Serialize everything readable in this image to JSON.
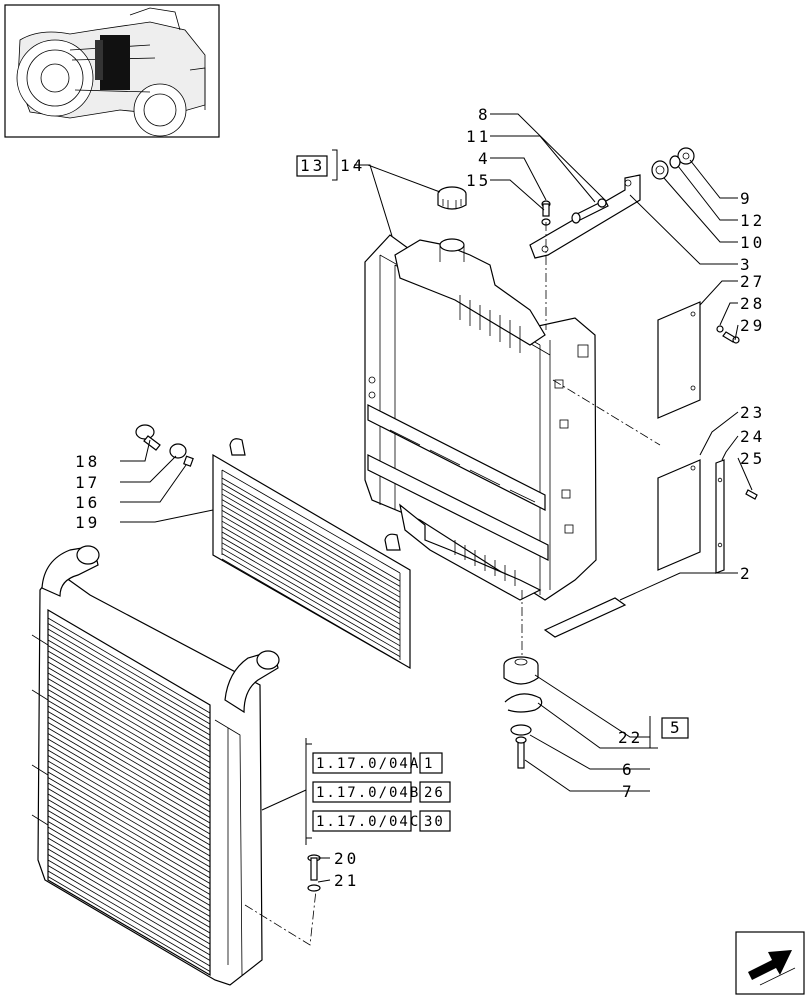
{
  "callouts": {
    "c8": "8",
    "c11": "11",
    "c4": "4",
    "c15": "15",
    "c9": "9",
    "c12": "12",
    "c10": "10",
    "c3": "3",
    "c13": "13",
    "c14": "14",
    "c27": "27",
    "c28": "28",
    "c29": "29",
    "c23": "23",
    "c24": "24",
    "c25": "25",
    "c2": "2",
    "c18": "18",
    "c17": "17",
    "c16": "16",
    "c19": "19",
    "c22": "22",
    "c5": "5",
    "c6": "6",
    "c7": "7",
    "c20": "20",
    "c21": "21"
  },
  "references": [
    {
      "code": "1.17.0/04A",
      "qty": "1"
    },
    {
      "code": "1.17.0/04B",
      "qty": "26"
    },
    {
      "code": "1.17.0/04C",
      "qty": "30"
    }
  ],
  "icons": {
    "thumbnail": "tractor-engine-thumbnail-icon",
    "nav": "next-page-arrow-icon"
  }
}
